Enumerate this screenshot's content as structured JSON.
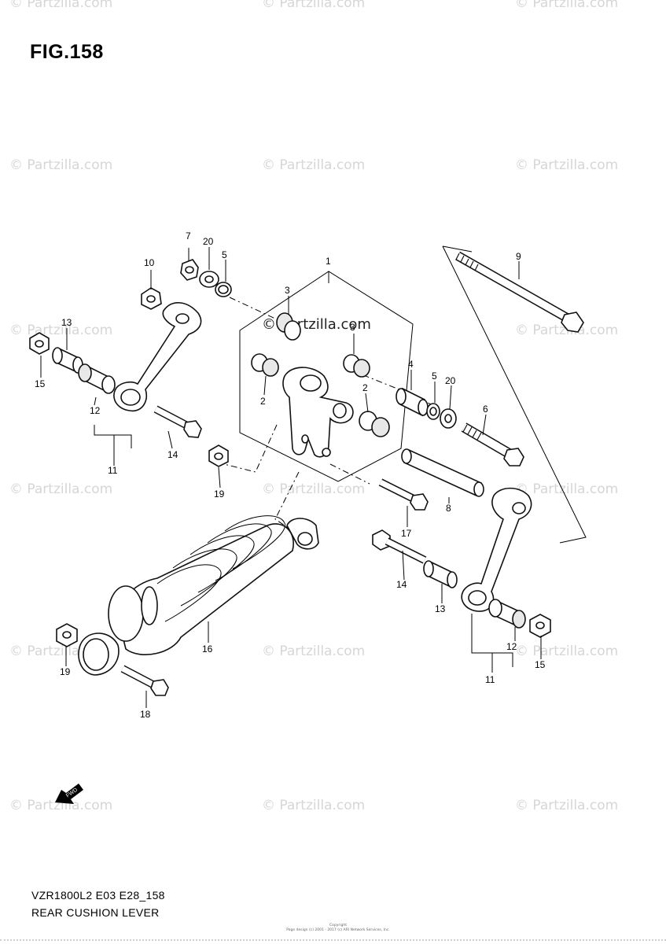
{
  "figure": {
    "title": "FIG.158",
    "model_code": "VZR1800L2 E03 E28_158",
    "part_name": "REAR CUSHION LEVER"
  },
  "watermark": {
    "text": "© Partzilla.com",
    "center_text": "© Partzilla.com"
  },
  "copyright": {
    "line1": "Copyright",
    "line2": "Page design (c) 2001 - 2017 (c) ARI Network Services, Inc."
  },
  "fwd_label": "FWD",
  "callouts": {
    "c1": "1",
    "c2a": "2",
    "c2b": "2",
    "c3a": "3",
    "c3b": "3",
    "c4": "4",
    "c5a": "5",
    "c5b": "5",
    "c6": "6",
    "c7": "7",
    "c8": "8",
    "c9": "9",
    "c10": "10",
    "c11a": "11",
    "c11b": "11",
    "c12a": "12",
    "c12b": "12",
    "c13a": "13",
    "c13b": "13",
    "c14a": "14",
    "c14b": "14",
    "c15a": "15",
    "c15b": "15",
    "c16": "16",
    "c17": "17",
    "c18": "18",
    "c19a": "19",
    "c19b": "19",
    "c20a": "20",
    "c20b": "20"
  }
}
